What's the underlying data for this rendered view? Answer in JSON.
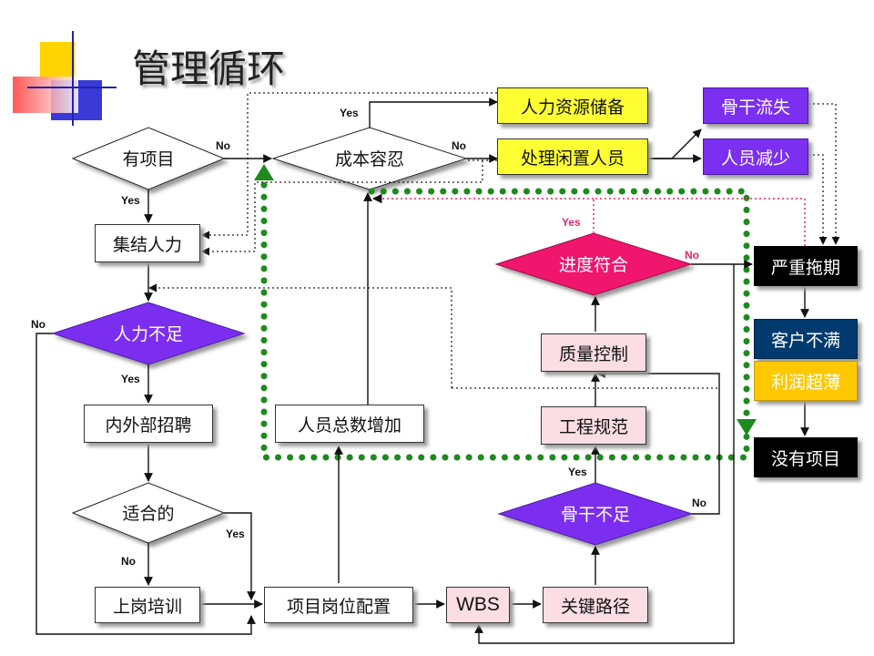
{
  "title": "管理循环",
  "nodes": {
    "you_xiang_mu": "有项目",
    "cheng_ben": "成本容忍",
    "ren_li_chu_bei": "人力资源储备",
    "chu_li_xian_zhi": "处理闲置人员",
    "gu_gan_liu_shi": "骨干流失",
    "ren_yuan_jian_shao": "人员减少",
    "ji_jie_ren_li": "集结人力",
    "jin_du_fu_he": "进度符合",
    "yan_zhong_tuo_qi": "严重拖期",
    "ren_li_bu_zu": "人力不足",
    "zhi_liang_kong_zhi": "质量控制",
    "ke_hu_bu_man": "客户不满",
    "li_run_chao_bao": "利润超薄",
    "nei_wai_bu_zhao_pin": "内外部招聘",
    "ren_yuan_zeng_jia": "人员总数增加",
    "gong_cheng_gui_fan": "工程规范",
    "mei_you_xiang_mu": "没有项目",
    "shi_he_de": "适合的",
    "gu_gan_bu_zu": "骨干不足",
    "shang_gang_pei_xun": "上岗培训",
    "gang_wei_pei_zhi": "项目岗位配置",
    "wbs": "WBS",
    "guan_jian_lu_jing": "关键路径"
  },
  "labels": {
    "yes": "Yes",
    "no": "No"
  },
  "colors": {
    "violet": "#7b2ff0",
    "magenta": "#f0136e",
    "yellow": "#ffff33",
    "green_dots": "#1e8a1e",
    "pink_dots": "#e8276a",
    "navy": "#003a6e",
    "gold": "#ffc800"
  }
}
